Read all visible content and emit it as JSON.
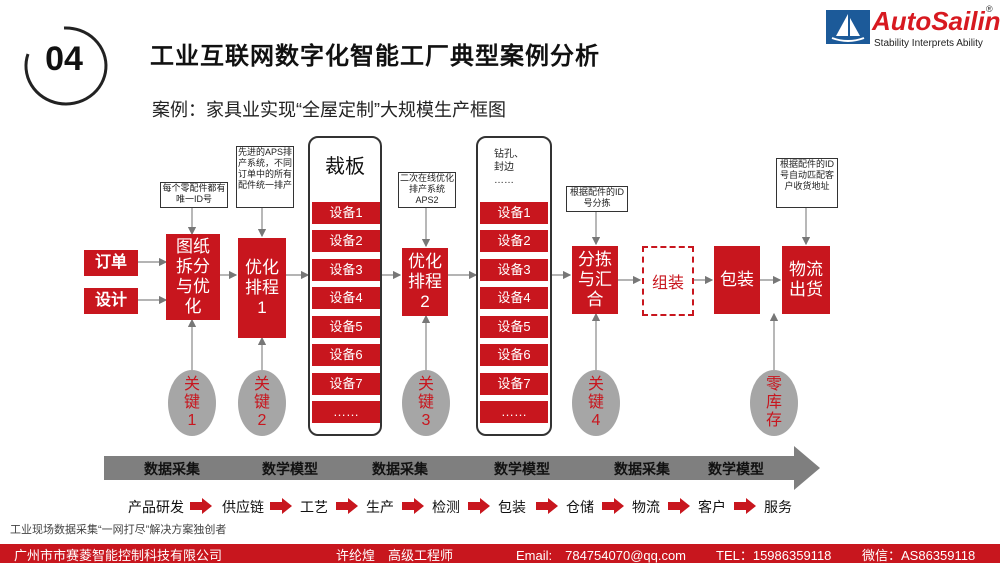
{
  "header": {
    "number": "04",
    "title": "工业互联网数字化智能工厂典型案例分析",
    "subtitle": "案例：家具业实现“全屋定制”大规模生产框图"
  },
  "logo": {
    "name": "AutoSailin",
    "registered": "®",
    "tagline": "Stability Interprets Ability"
  },
  "inputs": [
    "订单",
    "设计"
  ],
  "processes": {
    "split": "图纸拆分与优化",
    "sched1": "优化排程1",
    "sched2": "优化排程2",
    "sort": "分拣与汇合",
    "assemble": "组装",
    "pack": "包装",
    "ship": "物流出货"
  },
  "notes": {
    "id": "每个零配件都有唯一ID号",
    "aps": "先进的APS排产系统，不同订单中的所有配件统一排产",
    "aps2": "二次在线优化排产系统APS2",
    "sort": "根据配件的ID号分拣",
    "ship": "根据配件的ID号自动匹配客户收货地址"
  },
  "panels": {
    "cut": {
      "title": "裁板",
      "devices": [
        "设备1",
        "设备2",
        "设备3",
        "设备4",
        "设备5",
        "设备6",
        "设备7",
        "……"
      ]
    },
    "drill": {
      "title": "钻孔、封边 ……",
      "devices": [
        "设备1",
        "设备2",
        "设备3",
        "设备4",
        "设备5",
        "设备6",
        "设备7",
        "……"
      ]
    }
  },
  "keys": [
    "关键1",
    "关键2",
    "关键3",
    "关键4",
    "零库存"
  ],
  "band": [
    "数据采集",
    "数学模型",
    "数据采集",
    "数学模型",
    "数据采集",
    "数学模型"
  ],
  "chain": [
    "产品研发",
    "供应链",
    "工艺",
    "生产",
    "检测",
    "包装",
    "仓储",
    "物流",
    "客户",
    "服务"
  ],
  "footer": {
    "note": "工业现场数据采集“一网打尽”解决方案独创者",
    "company": "广州市市赛菱智能控制科技有限公司",
    "person": "许纶煌　高级工程师",
    "email": "Email:　784754070@qq.com",
    "tel": "TEL：15986359118",
    "wechat": "微信：AS86359118"
  },
  "colors": {
    "accent": "#c8161e",
    "band": "#7f7f7f",
    "key_oval": "#a6a6a6",
    "logo_blue": "#1c5a99"
  }
}
